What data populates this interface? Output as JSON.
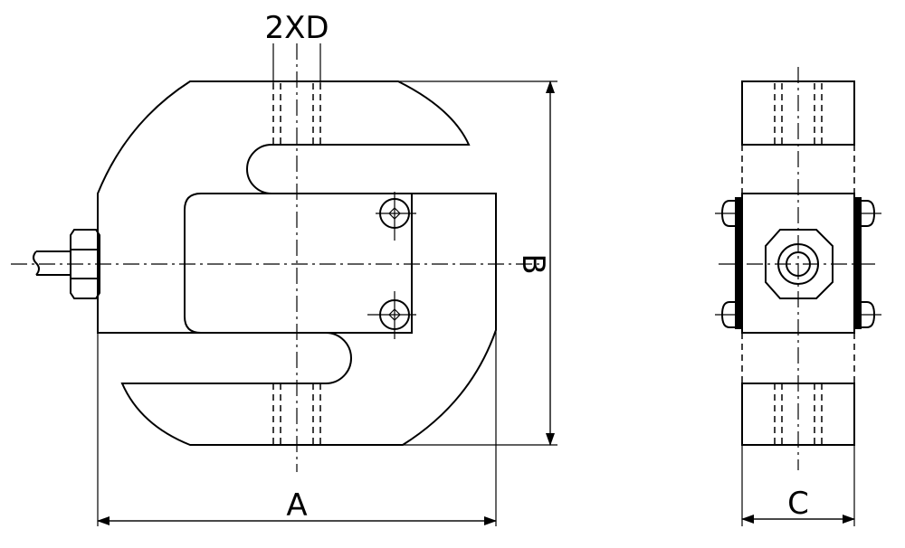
{
  "labels": {
    "hole_callout": "2XD",
    "width_dim": "A",
    "height_dim": "B",
    "depth_dim": "C"
  },
  "colors": {
    "line": "#000000",
    "background": "#ffffff"
  }
}
